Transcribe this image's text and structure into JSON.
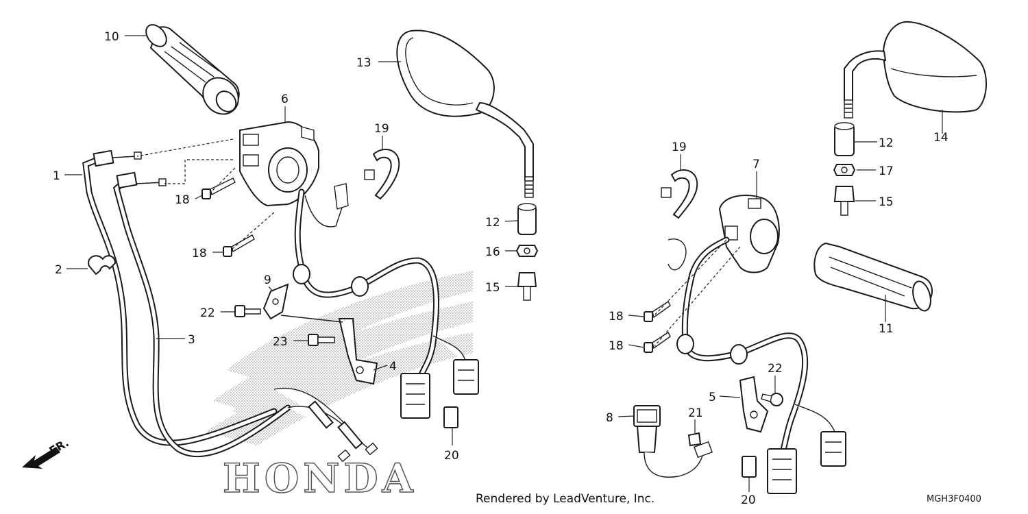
{
  "parts": [
    {
      "id": "10",
      "label": "10"
    },
    {
      "id": "13",
      "label": "13"
    },
    {
      "id": "14",
      "label": "14"
    },
    {
      "id": "6",
      "label": "6"
    },
    {
      "id": "19a",
      "label": "19"
    },
    {
      "id": "19b",
      "label": "19"
    },
    {
      "id": "1",
      "label": "1"
    },
    {
      "id": "18a",
      "label": "18"
    },
    {
      "id": "18b",
      "label": "18"
    },
    {
      "id": "18c",
      "label": "18"
    },
    {
      "id": "18d",
      "label": "18"
    },
    {
      "id": "7",
      "label": "7"
    },
    {
      "id": "12a",
      "label": "12"
    },
    {
      "id": "12b",
      "label": "12"
    },
    {
      "id": "17",
      "label": "17"
    },
    {
      "id": "15a",
      "label": "15"
    },
    {
      "id": "15b",
      "label": "15"
    },
    {
      "id": "16",
      "label": "16"
    },
    {
      "id": "2",
      "label": "2"
    },
    {
      "id": "9",
      "label": "9"
    },
    {
      "id": "22a",
      "label": "22"
    },
    {
      "id": "22b",
      "label": "22"
    },
    {
      "id": "3",
      "label": "3"
    },
    {
      "id": "23",
      "label": "23"
    },
    {
      "id": "4",
      "label": "4"
    },
    {
      "id": "11",
      "label": "11"
    },
    {
      "id": "5",
      "label": "5"
    },
    {
      "id": "8",
      "label": "8"
    },
    {
      "id": "21",
      "label": "21"
    },
    {
      "id": "20a",
      "label": "20"
    },
    {
      "id": "20b",
      "label": "20"
    }
  ],
  "watermark": {
    "brand": "HONDA"
  },
  "direction": {
    "label": "FR."
  },
  "footer": {
    "credit": "Rendered by LeadVenture, Inc.",
    "code": "MGH3F0400"
  }
}
